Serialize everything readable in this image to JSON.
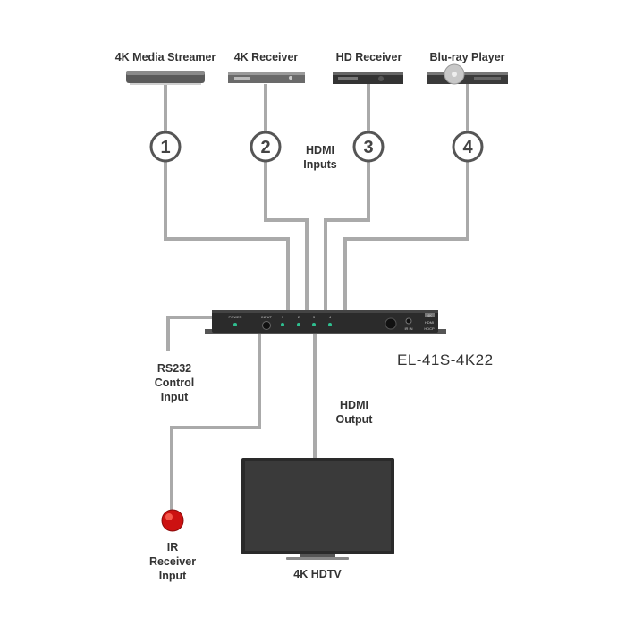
{
  "sources": [
    {
      "label": "4K Media Streamer",
      "port": "1"
    },
    {
      "label": "4K Receiver",
      "port": "2"
    },
    {
      "label": "HD Receiver",
      "port": "3"
    },
    {
      "label": "Blu-ray Player",
      "port": "4"
    }
  ],
  "hdmi_inputs_label": [
    "HDMI",
    "Inputs"
  ],
  "hdmi_output_label": [
    "HDMI",
    "Output"
  ],
  "rs232_label": [
    "RS232",
    "Control",
    "Input"
  ],
  "ir_label": [
    "IR",
    "Receiver",
    "Input"
  ],
  "display_label": "4K HDTV",
  "model_name": "EL-41S-4K22",
  "device": {
    "power_label": "POWER",
    "input_label": "INPUT",
    "led_numbers": [
      "1",
      "2",
      "3",
      "4"
    ],
    "badge_4k": "4K",
    "hdmi_logo": "HDMI",
    "hdcp_logo": "HDCP",
    "ir_port_label": "IR IN",
    "led_color": "#2fbf8f"
  },
  "colors": {
    "cable": "#aaaaaa",
    "circle_stroke": "#555555",
    "device_body": "#2b2b2b",
    "ir_bulb": "#cc1111"
  }
}
